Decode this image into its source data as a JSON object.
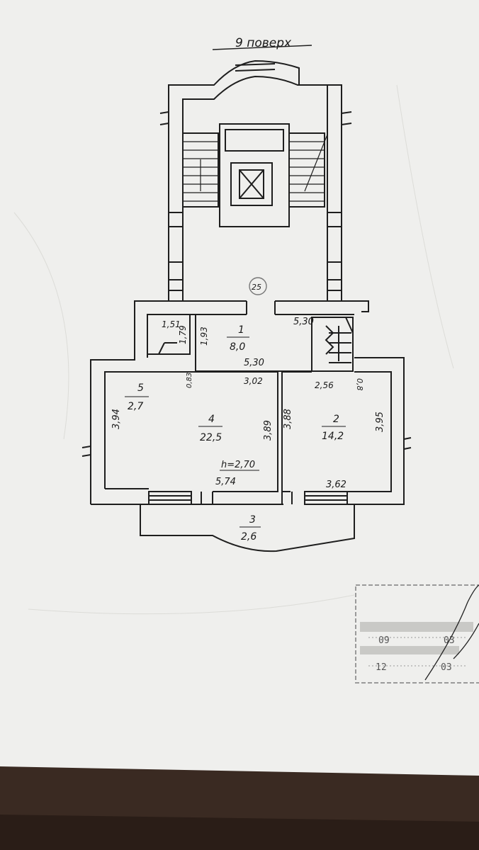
{
  "floor_title": "9 поверх",
  "stair_marker": "25",
  "rooms": [
    {
      "number": "1",
      "area": "8,0"
    },
    {
      "number": "2",
      "area": "14,2"
    },
    {
      "number": "3",
      "area": "2,6"
    },
    {
      "number": "4",
      "area": "22,5"
    },
    {
      "number": "5",
      "area": "2,7"
    }
  ],
  "dimensions": {
    "d_151": "1,51",
    "d_179": "1,79",
    "d_193": "1,93",
    "d_530_top": "5,30",
    "d_530_mid": "5,30",
    "d_302": "3,02",
    "d_256": "2,56",
    "d_08": "0,8",
    "d_083": "0,83",
    "d_394": "3,94",
    "d_389": "3,89",
    "d_388": "3,88",
    "d_395": "3,95",
    "d_574": "5,74",
    "d_362": "3,62"
  },
  "ceiling_height": "h=2,70",
  "stamp": {
    "row1": {
      "a": "09",
      "b": "03"
    },
    "row2": {
      "a": "12",
      "b": "03"
    }
  },
  "colors": {
    "paper": "#efefed",
    "ink": "#1e1e1e",
    "desk": "#3a2a22",
    "stamp": "#8a8a8a"
  }
}
